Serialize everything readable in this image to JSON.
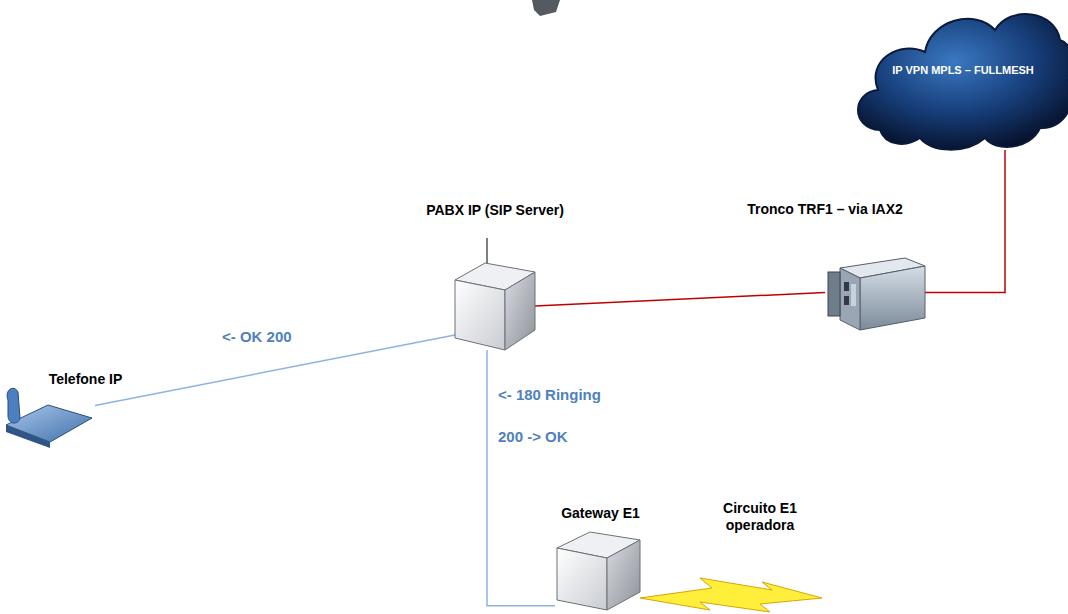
{
  "diagram": {
    "nodes": [
      {
        "text": [
          "IP VPN MPLS – FULLMESH"
        ]
      },
      {
        "text": [
          "PABX IP (SIP Server)"
        ]
      },
      {
        "text": [
          "Tronco TRF1 – via IAX2"
        ]
      },
      {
        "text": [
          "Telefone IP"
        ]
      },
      {
        "text": [
          "Gateway E1"
        ]
      }
    ],
    "edges": [
      {
        "from": 1,
        "to": 2,
        "arrow": "none"
      },
      {
        "from": 2,
        "to": 0,
        "arrow": "none"
      },
      {
        "from": 3,
        "to": 1,
        "label": "<- OK 200",
        "arrow": "none"
      },
      {
        "from": 1,
        "to": 4,
        "label": "<- 180 Ringing",
        "arrow": "none"
      }
    ],
    "labels": [
      "200 -> OK",
      "Circuito E1 operadora"
    ]
  }
}
